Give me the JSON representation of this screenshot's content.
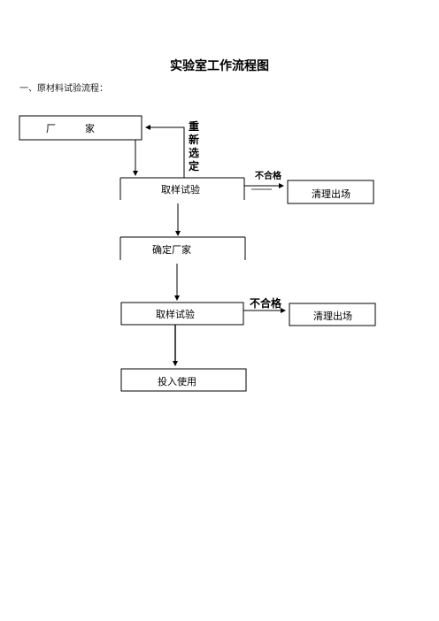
{
  "title": "实验室工作流程图",
  "section_heading": "一、原材料试验流程：",
  "nodes": {
    "manufacturer": "厂　　　家",
    "sampling_test_1": "取样试验",
    "confirm_manufacturer": "确定厂家",
    "sampling_test_2": "取样试验",
    "put_into_use": "投入使用",
    "clearance_1": "清理出场",
    "clearance_2": "清理出场"
  },
  "edge_labels": {
    "reselect": [
      "重",
      "新",
      "选",
      "定"
    ],
    "fail_1": "不合格",
    "fail_2": "不合格"
  }
}
